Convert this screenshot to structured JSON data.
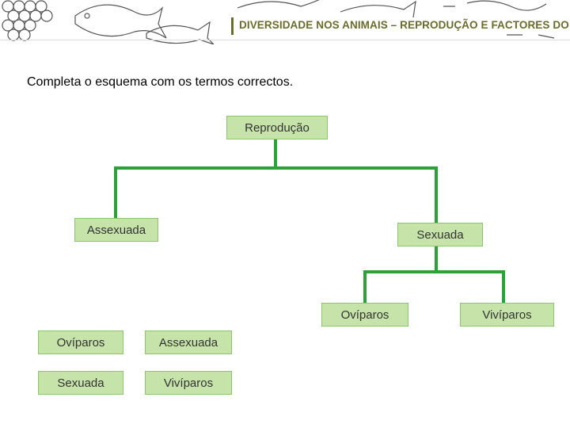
{
  "header": {
    "title": "DIVERSIDADE NOS ANIMAIS – REPRODUÇÃO E FACTORES DO MEIO"
  },
  "instruction": "Completa o esquema com os termos correctos.",
  "diagram": {
    "root": "Reprodução",
    "left": "Assexuada",
    "right": "Sexuada",
    "right_left": "Ovíparos",
    "right_right": "Vivíparos"
  },
  "word_bank": [
    "Ovíparos",
    "Assexuada",
    "Sexuada",
    "Vivíparos"
  ],
  "colors": {
    "box_fill": "#c6e3a9",
    "box_border": "#8cc56a",
    "connector": "#2ea03a",
    "banner_text": "#6b6b2a"
  }
}
